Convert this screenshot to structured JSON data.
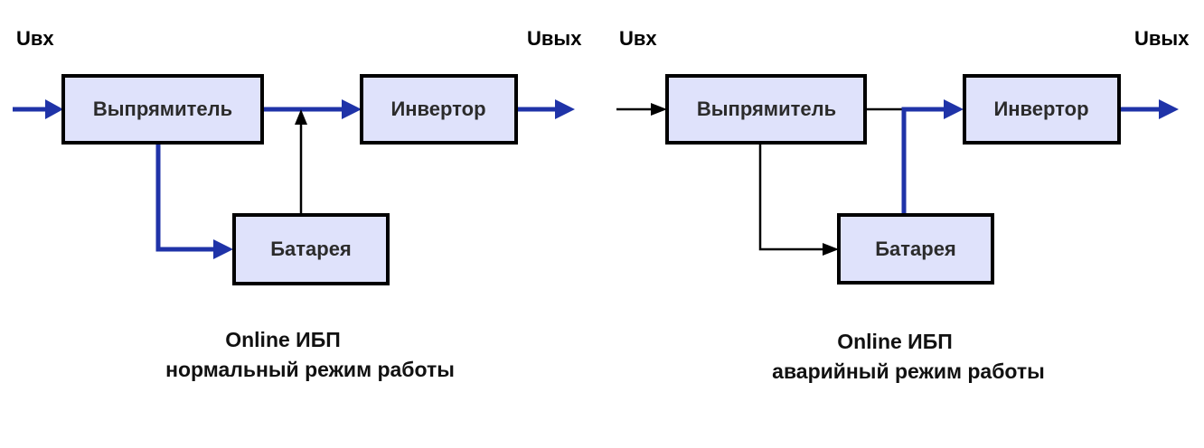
{
  "colors": {
    "box_fill": "#dfe2fb",
    "box_stroke": "#000000",
    "active_wire": "#1f33a8",
    "inactive_wire": "#000000"
  },
  "diagrams": [
    {
      "input_label": "Uвх",
      "output_label": "Uвых",
      "blocks": {
        "rectifier": "Выпрямитель",
        "inverter": "Инвертор",
        "battery": "Батарея"
      },
      "caption_line1": "Online ИБП",
      "caption_line2": "нормальный режим работы",
      "connections": {
        "input_to_rectifier": "active",
        "rectifier_to_inverter": "active",
        "rectifier_to_battery": "active",
        "battery_to_inverter": "inactive",
        "inverter_to_output": "active"
      }
    },
    {
      "input_label": "Uвх",
      "output_label": "Uвых",
      "blocks": {
        "rectifier": "Выпрямитель",
        "inverter": "Инвертор",
        "battery": "Батарея"
      },
      "caption_line1": "Online ИБП",
      "caption_line2": "аварийный режим работы",
      "connections": {
        "input_to_rectifier": "inactive",
        "rectifier_to_inverter": "inactive",
        "rectifier_to_battery": "inactive",
        "battery_to_inverter": "active",
        "inverter_to_output": "active"
      }
    }
  ]
}
